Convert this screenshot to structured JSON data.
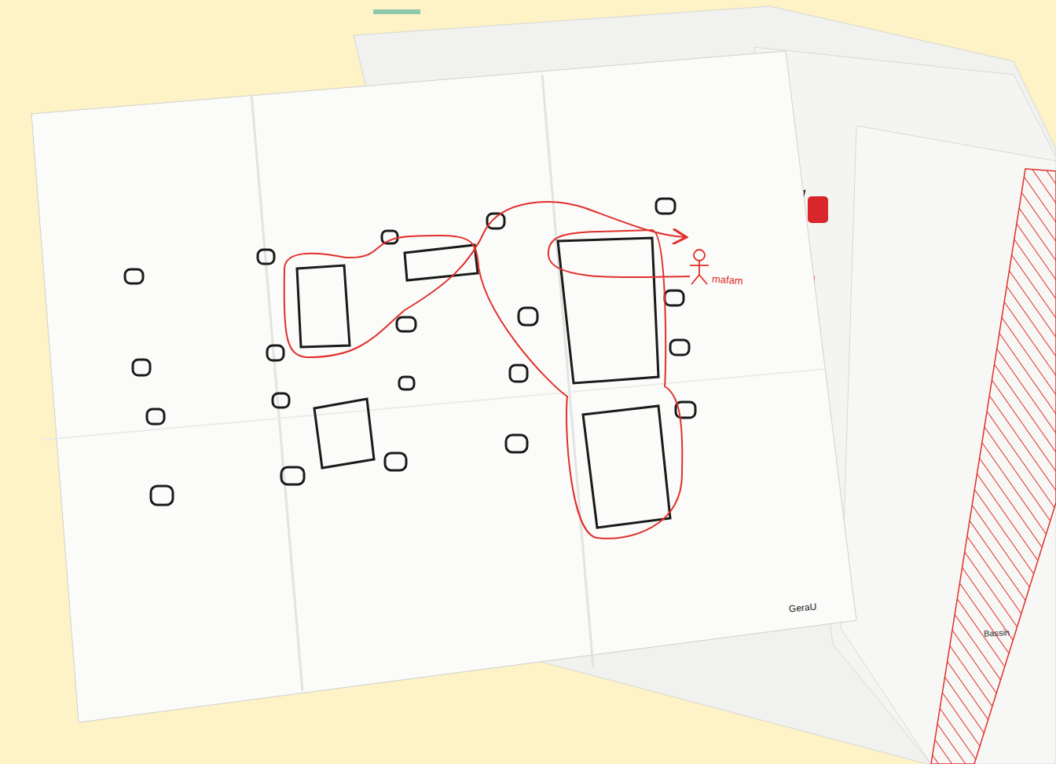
{
  "diagram": {
    "labels": [
      "mafam",
      "GeraU",
      "Bassin"
    ]
  }
}
